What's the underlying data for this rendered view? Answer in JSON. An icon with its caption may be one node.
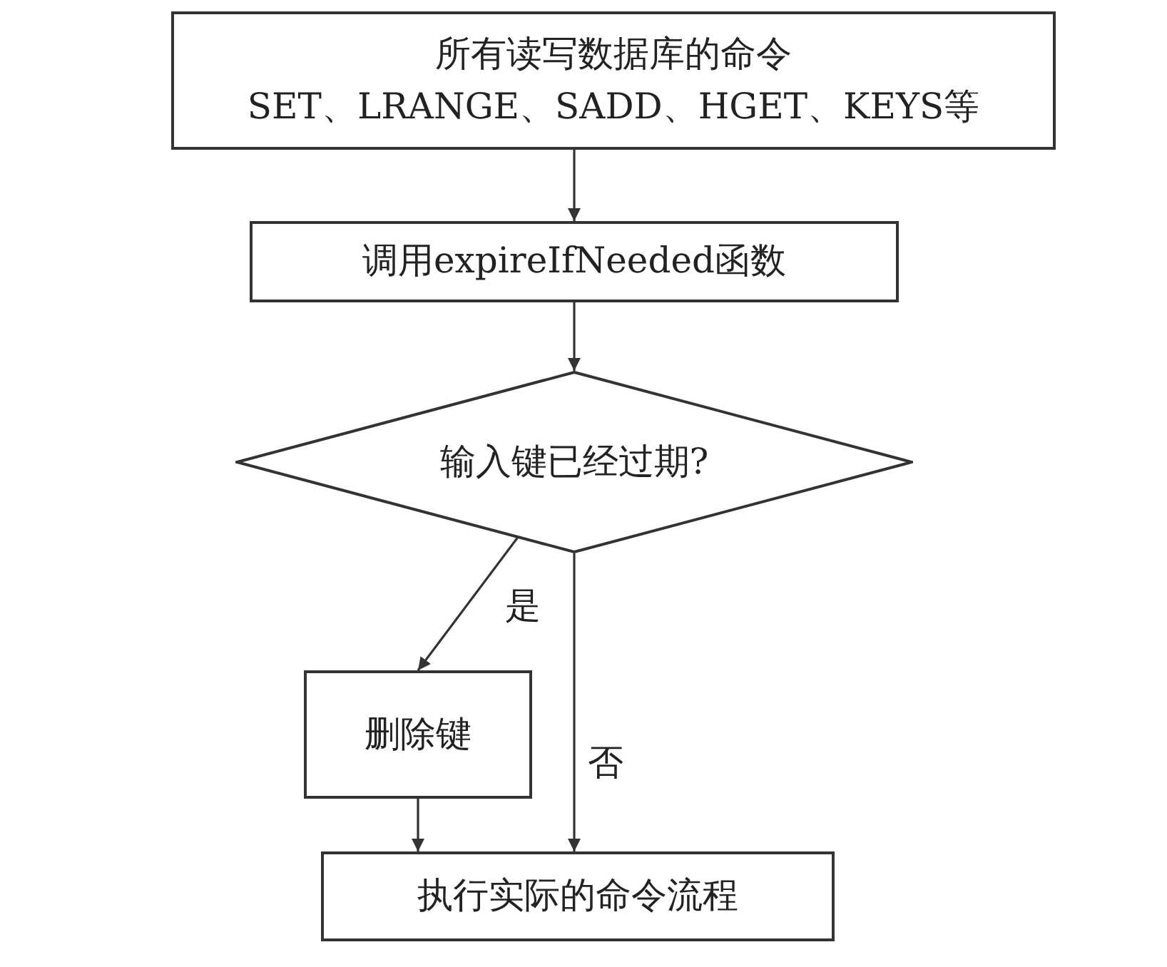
{
  "diagram": {
    "nodes": [
      {
        "text": [
          "所有读写数据库的命令 SET、LRANGE、SADD、HGET、KEYS等"
        ]
      },
      {
        "text": [
          "调用expireIfNeeded函数"
        ]
      },
      {
        "text": [
          "输入键已经过期?"
        ]
      },
      {
        "text": [
          "删除键"
        ]
      },
      {
        "text": [
          "执行实际的命令流程"
        ]
      }
    ],
    "edges": [
      {
        "from": 0,
        "to": 1,
        "arrow": "to"
      },
      {
        "from": 1,
        "to": 2,
        "arrow": "to"
      },
      {
        "from": 2,
        "to": 3,
        "arrow": "to",
        "label": "是"
      },
      {
        "from": 2,
        "to": 4,
        "arrow": "to",
        "label": "否"
      },
      {
        "from": 3,
        "to": 4,
        "arrow": "to"
      }
    ]
  }
}
